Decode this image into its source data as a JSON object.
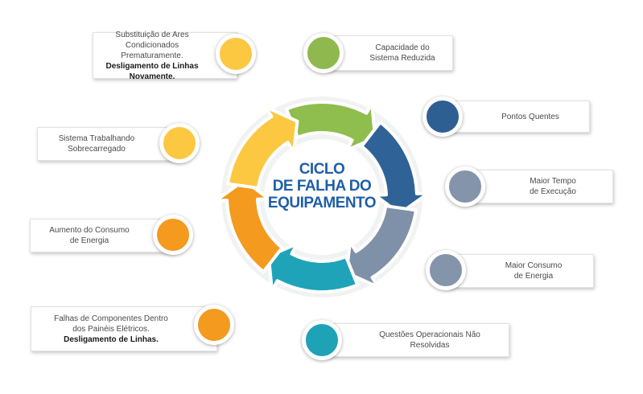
{
  "center": {
    "line1": "CICLO",
    "line2": "DE FALHA DO",
    "line3": "EQUIPAMENTO",
    "color": "#1f5fa8"
  },
  "cycle_colors": [
    "#8fbd4e",
    "#2f6296",
    "#7f91a8",
    "#1fa3b9",
    "#f39a1f",
    "#fcc842"
  ],
  "items": [
    {
      "id": "capacidade",
      "lines": [
        "Capacidade do",
        "Sistema Reduzida"
      ],
      "bold": [],
      "color": "#8fb84f"
    },
    {
      "id": "pontos-quentes",
      "lines": [
        "Pontos Quentes"
      ],
      "bold": [],
      "color": "#2e5f93"
    },
    {
      "id": "maior-tempo",
      "lines": [
        "Maior Tempo",
        "de Execução"
      ],
      "bold": [],
      "color": "#8494ab"
    },
    {
      "id": "maior-consumo",
      "lines": [
        "Maior Consumo",
        "de Energia"
      ],
      "bold": [],
      "color": "#8494ab"
    },
    {
      "id": "questoes",
      "lines": [
        "Questões Operacionais Não",
        "Resolvidas"
      ],
      "bold": [],
      "color": "#1ea2b6"
    },
    {
      "id": "falhas",
      "lines": [
        "Falhas de Componentes Dentro",
        "dos Painéis Elétricos."
      ],
      "bold": [
        "Desligamento de Linhas."
      ],
      "color": "#f39a1f"
    },
    {
      "id": "aumento",
      "lines": [
        "Aumento do Consumo",
        "de Energia"
      ],
      "bold": [],
      "color": "#f39a1f"
    },
    {
      "id": "sistema",
      "lines": [
        "Sistema Trabalhando",
        "Sobrecarregado"
      ],
      "bold": [],
      "color": "#fcc842"
    },
    {
      "id": "substituicao",
      "lines": [
        "Substituição de Ares",
        "Condicionados Prematuramente."
      ],
      "bold": [
        "Desligamento de Linhas",
        "Novamente."
      ],
      "color": "#fcc842"
    }
  ]
}
